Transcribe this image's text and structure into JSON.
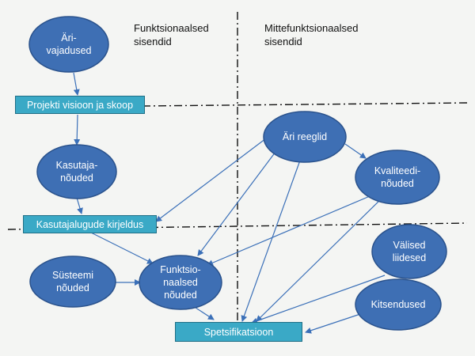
{
  "headings": {
    "functional_1": "Funktsionaalsed",
    "functional_2": "sisendid",
    "nonfunctional_1": "Mittefunktsionaalsed",
    "nonfunctional_2": "sisendid"
  },
  "boxes": {
    "vision": "Projekti visioon ja skoop",
    "userstories": "Kasutajalugude kirjeldus",
    "spec": "Spetsifikatsioon"
  },
  "nodes": {
    "business_needs": [
      "Äri-",
      "vajadused"
    ],
    "user_reqs": [
      "Kasutaja-",
      "nõuded"
    ],
    "business_rules": [
      "Äri reeglid"
    ],
    "quality_reqs": [
      "Kvaliteedi-",
      "nõuded"
    ],
    "external_ifaces": [
      "Välised",
      "liidesed"
    ],
    "system_reqs": [
      "Süsteemi",
      "nõuded"
    ],
    "functional_reqs": [
      "Funktsio-",
      "naalsed",
      "nõuded"
    ],
    "constraints": [
      "Kitsendused"
    ]
  },
  "colors": {
    "ellipse_fill": "#3e6fb4",
    "ellipse_stroke": "#2a528c",
    "box_fill": "#3aa9c6",
    "arrow": "#3b70b8",
    "divider": "#111111"
  }
}
